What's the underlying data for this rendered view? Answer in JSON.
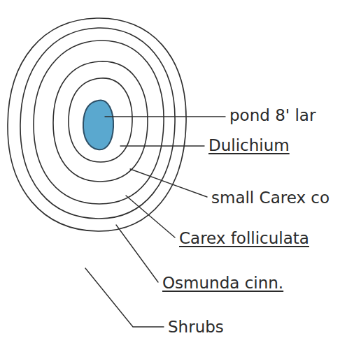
{
  "diagram": {
    "labels": [
      "pond 8' lar",
      "Dulichium",
      "small Carex co",
      "Carex folliculata",
      "Osmunda cinn.",
      "Shrubs"
    ]
  }
}
